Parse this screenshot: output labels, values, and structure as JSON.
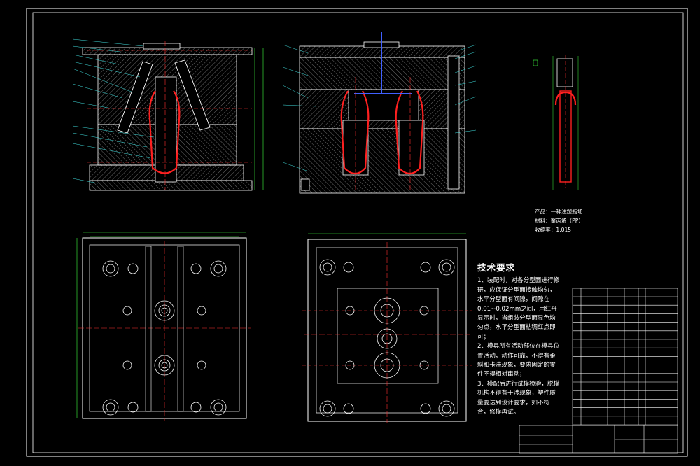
{
  "product_info": {
    "product": "产品：一种注塑瓶坯",
    "material": "材料：聚丙烯（PP）",
    "shrinkage": "收缩率：1.015"
  },
  "tech_requirements": {
    "title": "技术要求",
    "items": [
      "1、装配时，对各分型面进行修研，应保证分型面接触均匀，水平分型面有间隙，间隙在0.01~0.02mm之间，用红丹显示时，当组装分型面显色均匀点，水平分型面粘稠红点即可；",
      "2、模具所有活动部位在模具位置活动，动作可靠，不得有歪斜和卡滞现象，要求固定的零件不得相对窜动；",
      "3、模配后进行试模检验，脱模机构不得有干涉现象，塑件质量要达到设计要求，如不符合，修模再试。"
    ]
  },
  "colors": {
    "background": "#000000",
    "outline": "#ffffff",
    "hatch": "#b0b0b0",
    "plastic_part": "#ff2020",
    "centerline": "#ff3030",
    "dimension": "#40ff40",
    "leader": "#40e0e0",
    "runner": "#4060ff",
    "title_block": "#ffffff"
  }
}
